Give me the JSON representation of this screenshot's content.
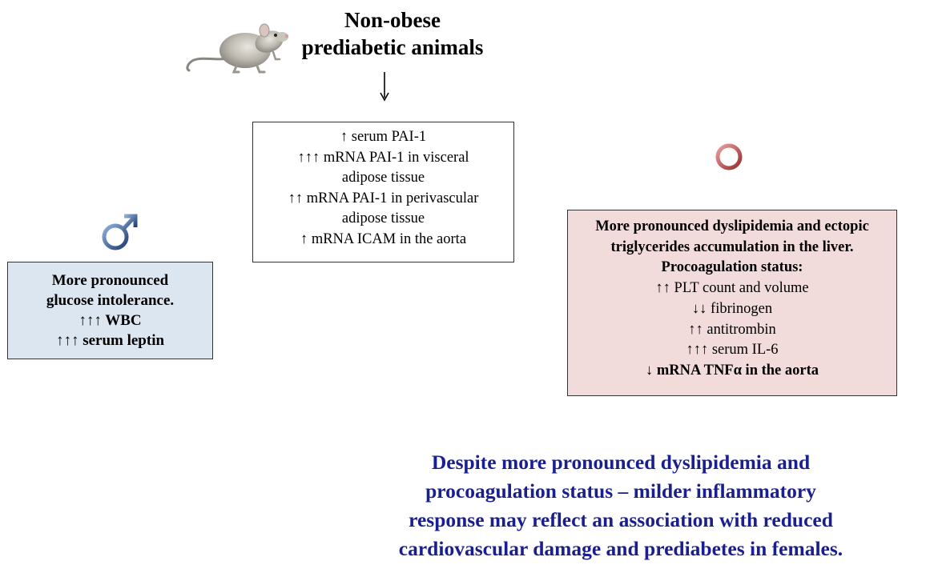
{
  "title": {
    "line1": "Non-obese",
    "line2": "prediabetic animals"
  },
  "icons": {
    "animal": "rat-icon",
    "arrow": "down-arrow-icon",
    "male": "male-symbol-icon",
    "female": "female-symbol-icon"
  },
  "colors": {
    "male_box_bg": "#dce6f0",
    "female_box_bg": "#f2dcdb",
    "male_symbol": "#2f5597",
    "female_symbol": "#c0504d",
    "conclusion_text": "#1a1f8f"
  },
  "common_effects": [
    "↑ serum PAI-1",
    "↑↑↑ mRNA PAI-1 in visceral",
    "adipose tissue",
    "↑↑ mRNA PAI-1 in perivascular",
    "adipose tissue",
    "↑ mRNA ICAM in the aorta"
  ],
  "male_effects": [
    "More pronounced",
    "glucose intolerance.",
    "↑↑↑ WBC",
    "↑↑↑ serum leptin"
  ],
  "female_effects": [
    "More pronounced dyslipidemia and ectopic",
    "triglycerides accumulation in the liver.",
    "Procoagulation status:",
    "↑↑ PLT count and volume",
    "↓↓ fibrinogen",
    "↑↑ antitrombin",
    "↑↑↑ serum IL-6",
    "↓ mRNA TNFα in the aorta"
  ],
  "conclusion": [
    "Despite more pronounced dyslipidemia and",
    "procoagulation status – milder inflammatory",
    "response may reflect an association with reduced",
    "cardiovascular damage and prediabetes in females."
  ]
}
